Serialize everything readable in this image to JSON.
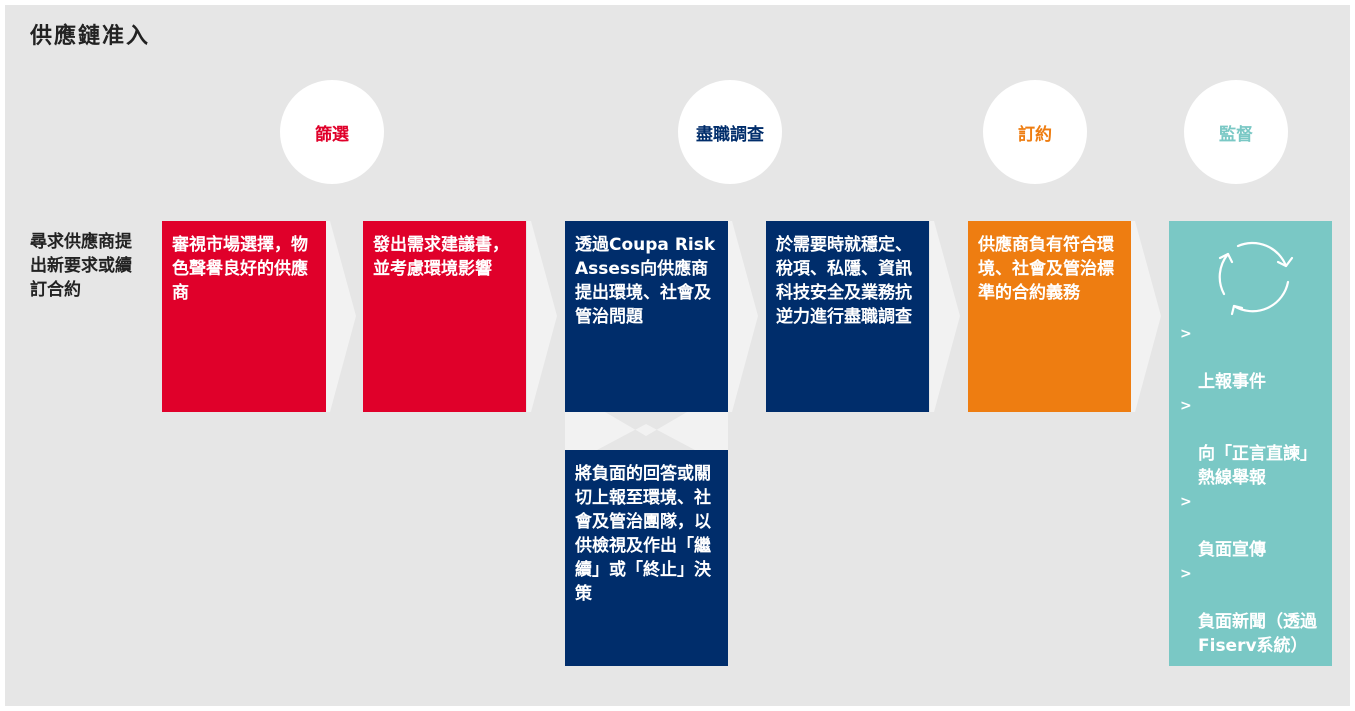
{
  "title": "供應鏈准入",
  "colors": {
    "background": "#e6e6e6",
    "red": "#e0002a",
    "navy": "#002d6b",
    "orange": "#ee7d11",
    "teal": "#7ac8c5"
  },
  "intro_text": "尋求供應商提出新要求或續訂合約",
  "stages": [
    {
      "label": "篩選",
      "color": "#e0002a"
    },
    {
      "label": "盡職調查",
      "color": "#002d6b"
    },
    {
      "label": "訂約",
      "color": "#ee7d11"
    },
    {
      "label": "監督",
      "color": "#7ac8c5"
    }
  ],
  "boxes": {
    "review_market": "審視市場選擇，物色聲譽良好的供應商",
    "issue_rfp": "發出需求建議書，並考慮環境影響",
    "coupa": "透過Coupa Risk Assess向供應商提出環境、社會及管治問題",
    "due_diligence": "於需要時就穩定、稅項、私隱、資訊科技安全及業務抗逆力進行盡職調查",
    "contract": "供應商負有符合環境、社會及管治標準的合約義務",
    "escalate": "將負面的回答或關切上報至環境、社會及管治團隊，以供檢視及作出「繼續」或「終止」決策"
  },
  "monitoring": {
    "icon": "refresh-cycle-icon",
    "bullet": ">",
    "items": [
      "上報事件",
      "向「正言直諫」熱線舉報",
      "負面宣傳",
      "負面新聞（透過Fiserv系統）"
    ]
  }
}
